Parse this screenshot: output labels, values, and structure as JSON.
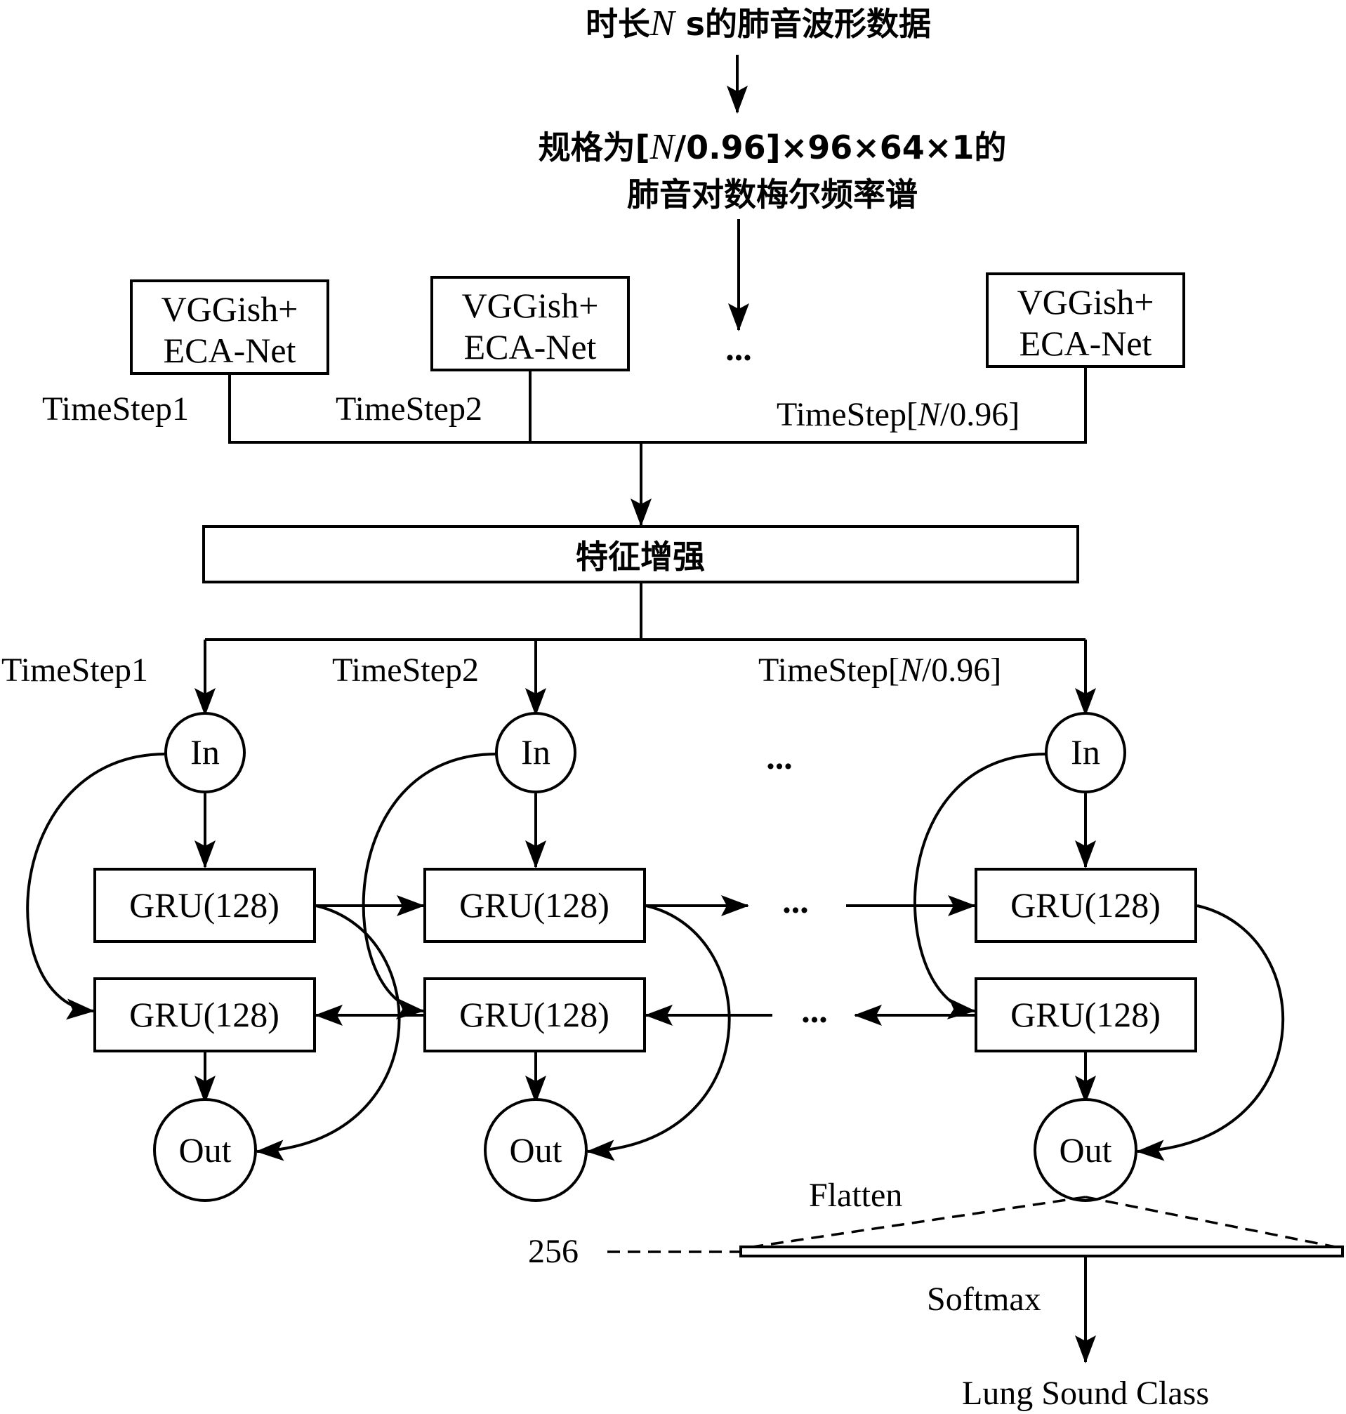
{
  "input": {
    "waveform_pre": "时长",
    "waveform_var": "N",
    "waveform_post": " s的肺音波形数据",
    "spec_line1_pre": "规格为[",
    "spec_line1_var": "N",
    "spec_line1_post": "/0.96]×96×64×1的",
    "spec_line2": "肺音对数梅尔频率谱"
  },
  "extractor": {
    "label_line1": "VGGish+",
    "label_line2": "ECA-Net",
    "ellipsis": "..."
  },
  "timesteps": {
    "ts1": "TimeStep1",
    "ts2": "TimeStep2",
    "tsn_pre": "TimeStep[",
    "tsn_var": "N",
    "tsn_post": "/0.96]"
  },
  "feature_enhance": "特征增强",
  "bigru": {
    "in_label": "In",
    "gru_label": "GRU(128)",
    "out_label": "Out",
    "ellipsis": "..."
  },
  "output": {
    "flatten": "Flatten",
    "dim": "256",
    "softmax": "Softmax",
    "class": "Lung Sound Class"
  }
}
